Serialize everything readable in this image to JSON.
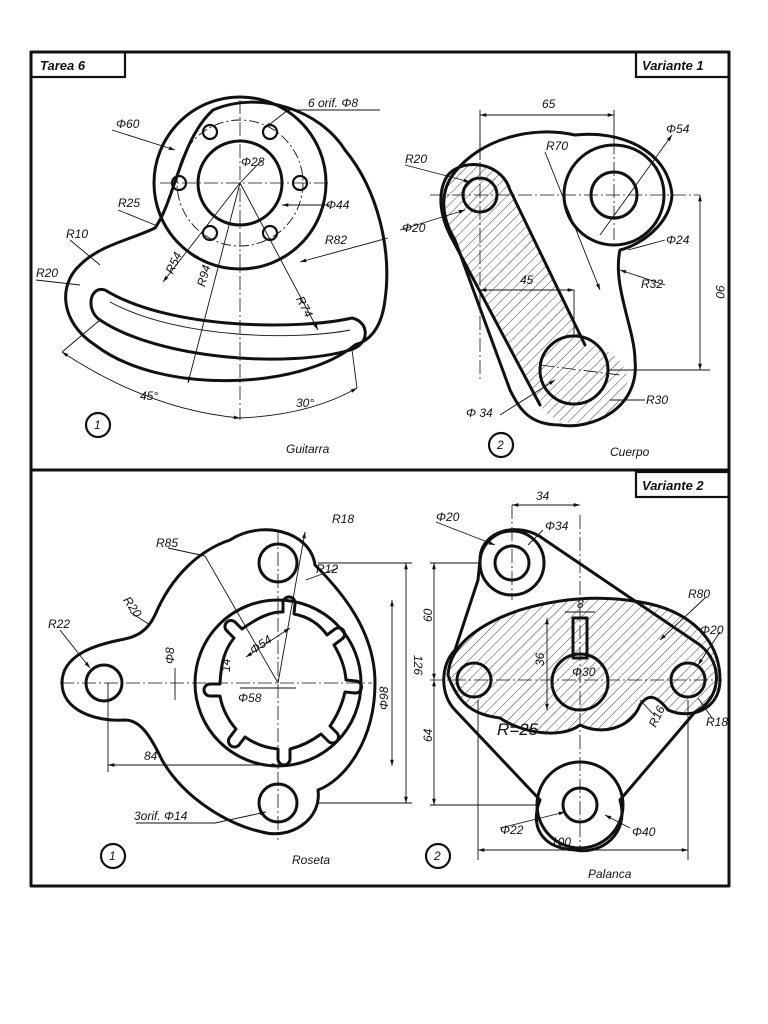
{
  "header": {
    "task_label": "Tarea 6",
    "variant1_label": "Variante 1",
    "variant2_label": "Variante 2"
  },
  "drawings": {
    "guitarra": {
      "number": "1",
      "title": "Guitarra",
      "dims": {
        "holes": "6 orif. Φ8",
        "d60": "Φ60",
        "d28": "Φ28",
        "d44": "Φ44",
        "r25": "R25",
        "r10": "R10",
        "r20": "R20",
        "r54": "R54",
        "r94": "R94",
        "r82": "R82",
        "r74": "R74",
        "a45": "45°",
        "a30": "30°"
      }
    },
    "cuerpo": {
      "number": "2",
      "title": "Cuerpo",
      "dims": {
        "d65": "65",
        "r70": "R70",
        "r20": "R20",
        "d54": "Φ54",
        "d20": "Φ20",
        "d24": "Φ24",
        "d45": "45",
        "r32": "R32",
        "d90": "90",
        "d34": "Φ 34",
        "r30": "R30"
      }
    },
    "roseta": {
      "number": "1",
      "title": "Roseta",
      "dims": {
        "r18": "R18",
        "r85": "R85",
        "r12": "R12",
        "r20": "R20",
        "r22": "R22",
        "d54": "Φ54",
        "d8": "Φ8",
        "d14": "14",
        "d58": "Φ58",
        "d126": "126",
        "d98": "Φ98",
        "d84": "84",
        "holes": "3orif. Φ14"
      }
    },
    "palanca": {
      "number": "2",
      "title": "Palanca",
      "dims": {
        "d34": "34",
        "d20a": "Φ20",
        "d34b": "Φ34",
        "r80": "R80",
        "d20b": "Φ20",
        "d8": "8",
        "d60": "60",
        "d36": "36",
        "d30": "Φ30",
        "r16": "R16",
        "r18": "R18",
        "r25": "R=25",
        "d64": "64",
        "d22": "Φ22",
        "d40": "Φ40",
        "d100": "100"
      }
    }
  }
}
